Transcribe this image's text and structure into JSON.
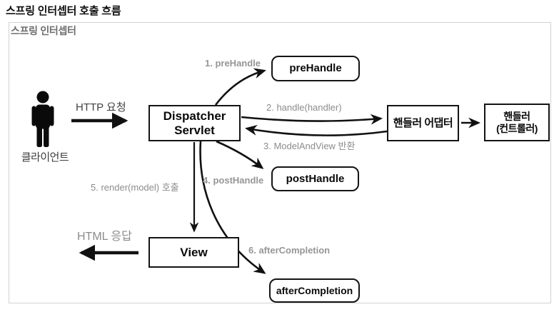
{
  "title": "스프링 인터셉터 호출 흐름",
  "frame": {
    "label": "스프링 인터셉터"
  },
  "actor": {
    "label": "클라이언트",
    "icon": "person-icon"
  },
  "nodes": {
    "dispatcher": {
      "line1": "Dispatcher",
      "line2": "Servlet"
    },
    "pre_handle": {
      "label": "preHandle"
    },
    "handler_adapter": {
      "label": "핸들러 어댑터"
    },
    "handler_controller": {
      "line1": "핸들러",
      "line2": "(컨트롤러)"
    },
    "post_handle": {
      "label": "postHandle"
    },
    "view": {
      "label": "View"
    },
    "after_completion": {
      "label": "afterCompletion"
    }
  },
  "edges": {
    "http_request": "HTTP 요청",
    "pre_handle": "1. preHandle",
    "handle": "2. handle(handler)",
    "model_and_view": "3. ModelAndView 반환",
    "post_handle": "4. postHandle",
    "render": "5. render(model) 호출",
    "html_response": "HTML 응답",
    "after_completion": "6. afterCompletion"
  },
  "colors": {
    "box_border": "#141414",
    "arrow": "#111111",
    "annotation_gray": "#8c8c8c",
    "frame_border": "#d2d2d2",
    "background": "#ffffff"
  }
}
